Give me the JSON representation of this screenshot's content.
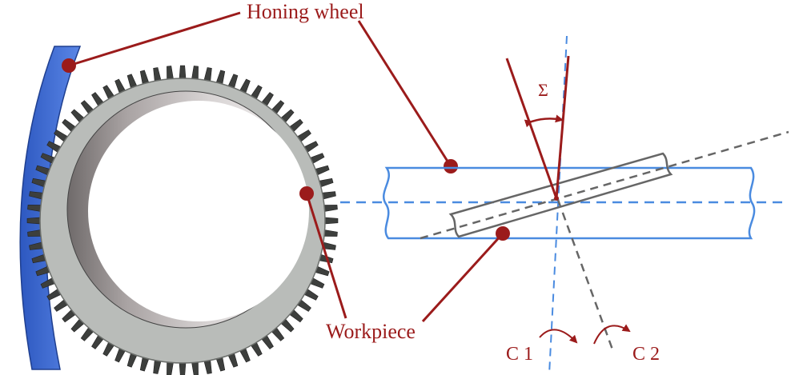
{
  "labels": {
    "honing_wheel": "Honing wheel",
    "workpiece": "Workpiece",
    "sigma": "Σ",
    "c1": "C 1",
    "c2": "C 2"
  },
  "colors": {
    "accent_red": "#9b1b1b",
    "honing_blue": "#3f6fd0",
    "axis_blue": "#4a8be0",
    "gear_gray": "#b8bcb9",
    "line_gray": "#666666"
  }
}
